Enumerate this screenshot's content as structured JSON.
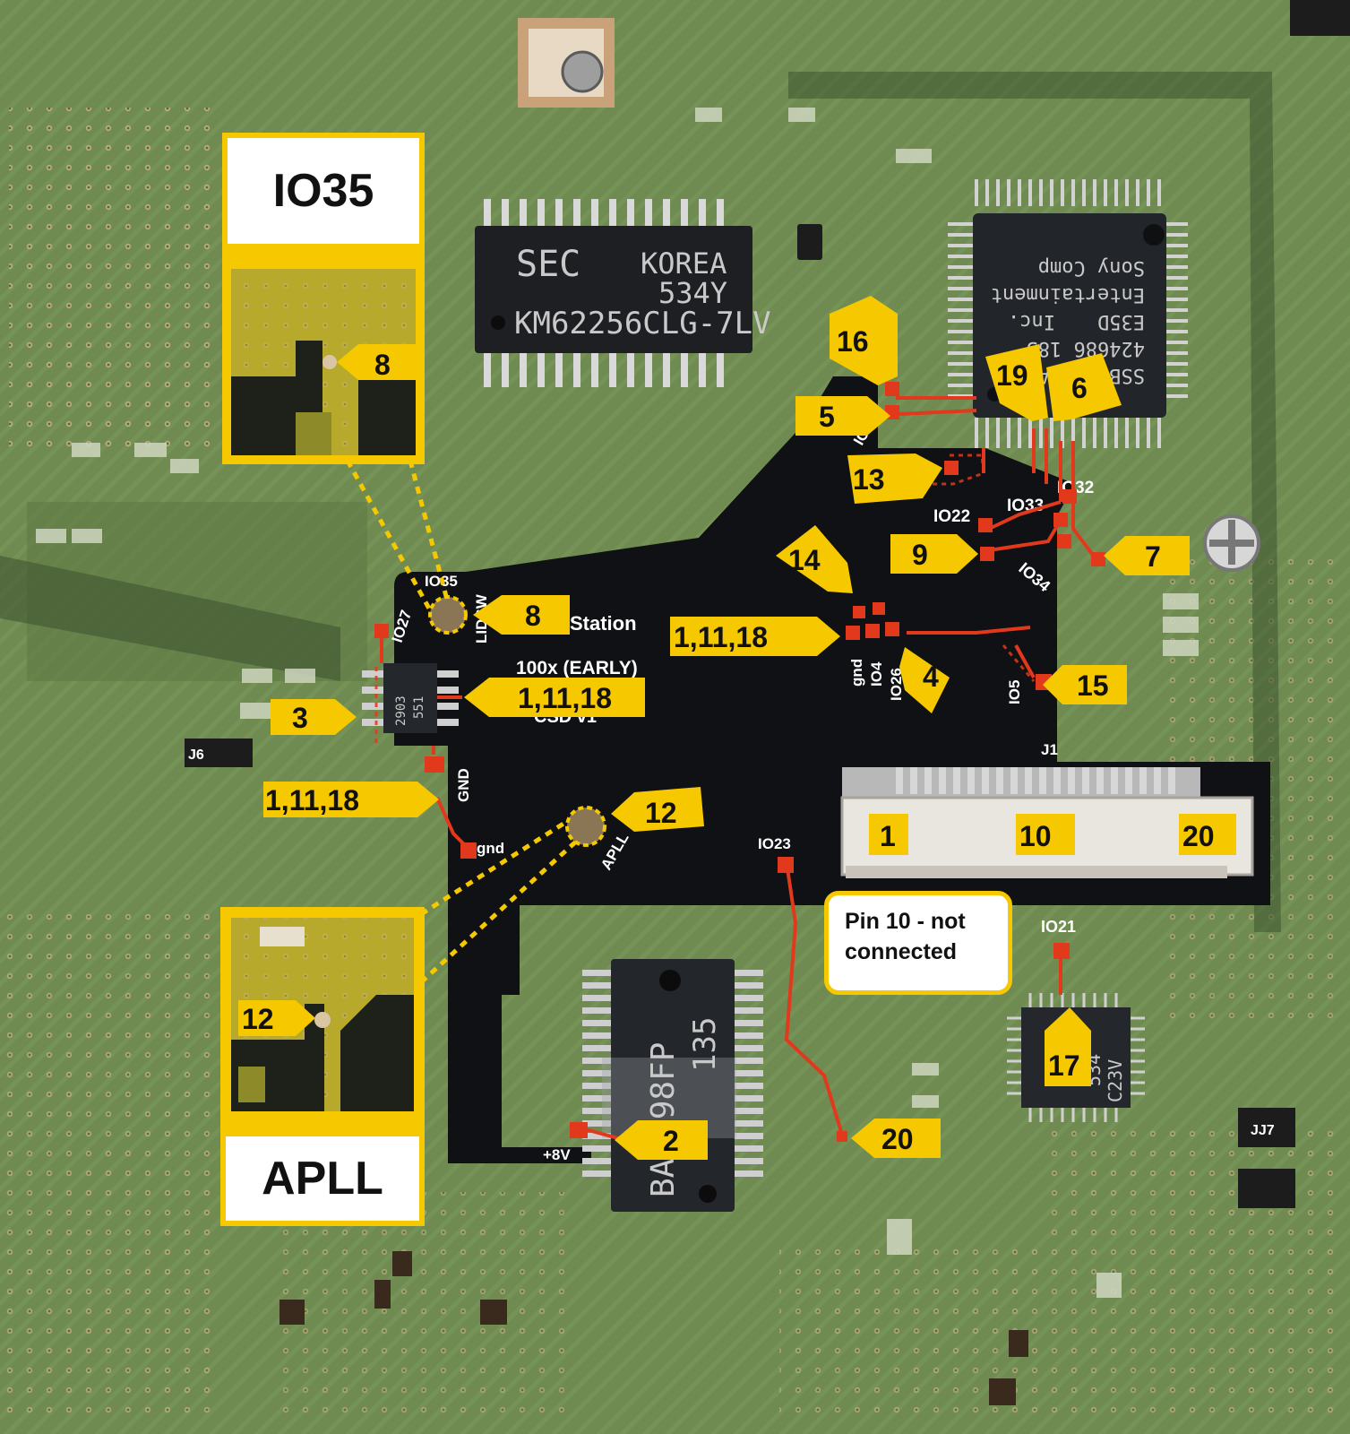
{
  "chips": {
    "ram": {
      "line1": "SEC",
      "line1b": "KOREA",
      "line2": "534Y",
      "line3": "KM62256CLG-7LV"
    },
    "soc": {
      "line1": "SSBH9536A",
      "line2": "424686 185",
      "line3": "E35D",
      "line4": "Inc.",
      "line5": "Entertainment",
      "line6": "Sony Comp"
    },
    "driver": {
      "line1": "BA6398FP",
      "line2": "135"
    },
    "small_qfp": {
      "line1": "534",
      "line2": "C23V"
    },
    "op": {
      "line1": "2903",
      "line2": "551"
    }
  },
  "board_silk": {
    "station": "Station",
    "model": "100x (EARLY)",
    "version": "CSD v1",
    "io35": "IO35",
    "lidsw": "LIDSW",
    "io27": "IO27",
    "gnd_caps": "GND",
    "gnd_lower": "gnd",
    "apll": "APLL",
    "io23": "IO23",
    "plus8v": "+8V",
    "io21": "IO21",
    "j1": "J1",
    "io5": "IO5",
    "io22": "IO22",
    "io33": "IO33",
    "io32": "IO32",
    "io34": "IO34",
    "gnd_small": "gnd",
    "io4": "IO4",
    "io26": "IO26",
    "io25": "IO25",
    "j6": "J6",
    "jj7": "JJ7"
  },
  "tags": [
    {
      "id": "t16",
      "text": "16"
    },
    {
      "id": "t5",
      "text": "5"
    },
    {
      "id": "t19",
      "text": "19"
    },
    {
      "id": "t6",
      "text": "6"
    },
    {
      "id": "t13",
      "text": "13"
    },
    {
      "id": "t9",
      "text": "9"
    },
    {
      "id": "t7",
      "text": "7"
    },
    {
      "id": "t14",
      "text": "14"
    },
    {
      "id": "t8",
      "text": "8"
    },
    {
      "id": "t1-11-18-a",
      "text": "1,11,18"
    },
    {
      "id": "t4",
      "text": "4"
    },
    {
      "id": "t15",
      "text": "15"
    },
    {
      "id": "t3",
      "text": "3"
    },
    {
      "id": "t1-11-18-b",
      "text": "1,11,18"
    },
    {
      "id": "t1-11-18-c",
      "text": "1,11,18"
    },
    {
      "id": "t12",
      "text": "12"
    },
    {
      "id": "t2",
      "text": "2"
    },
    {
      "id": "t20",
      "text": "20"
    },
    {
      "id": "t17",
      "text": "17"
    },
    {
      "id": "t8-inset",
      "text": "8"
    },
    {
      "id": "t12-inset",
      "text": "12"
    }
  ],
  "connector_labels": {
    "pin1": "1",
    "pin10": "10",
    "pin20": "20"
  },
  "insets": {
    "top_title": "IO35",
    "bottom_title": "APLL"
  },
  "note": {
    "line1": "Pin 10 - not",
    "line2": "connected"
  },
  "colors": {
    "pcb": "#6f8b52",
    "flex": "#0f1114",
    "marker": "#f5c800",
    "trace": "#e2381c"
  }
}
